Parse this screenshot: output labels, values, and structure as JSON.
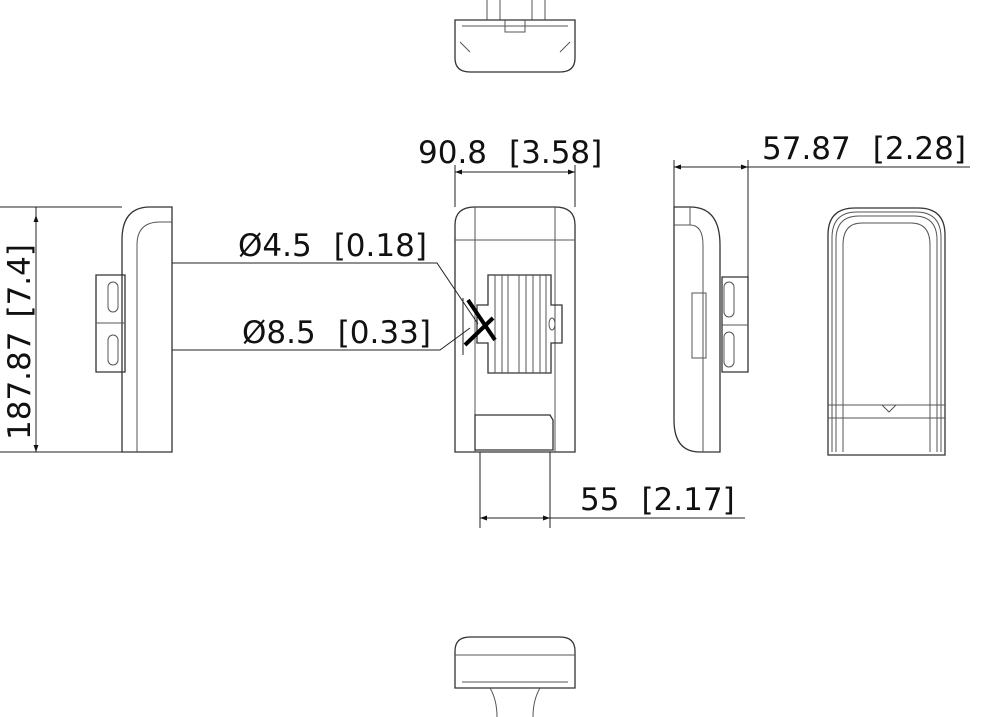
{
  "dimensions": {
    "width": {
      "mm": "90.8",
      "in": "[3.58]"
    },
    "depth": {
      "mm": "57.87",
      "in": "[2.28]"
    },
    "height": {
      "mm": "187.87",
      "in": "[7.4]"
    },
    "hole_small": {
      "mm": "Ø4.5",
      "in": "[0.18]"
    },
    "hole_large": {
      "mm": "Ø8.5",
      "in": "[0.33]"
    },
    "bracket_width": {
      "mm": "55",
      "in": "[2.17]"
    }
  },
  "colors": {
    "line": "#333333",
    "background": "#ffffff"
  }
}
